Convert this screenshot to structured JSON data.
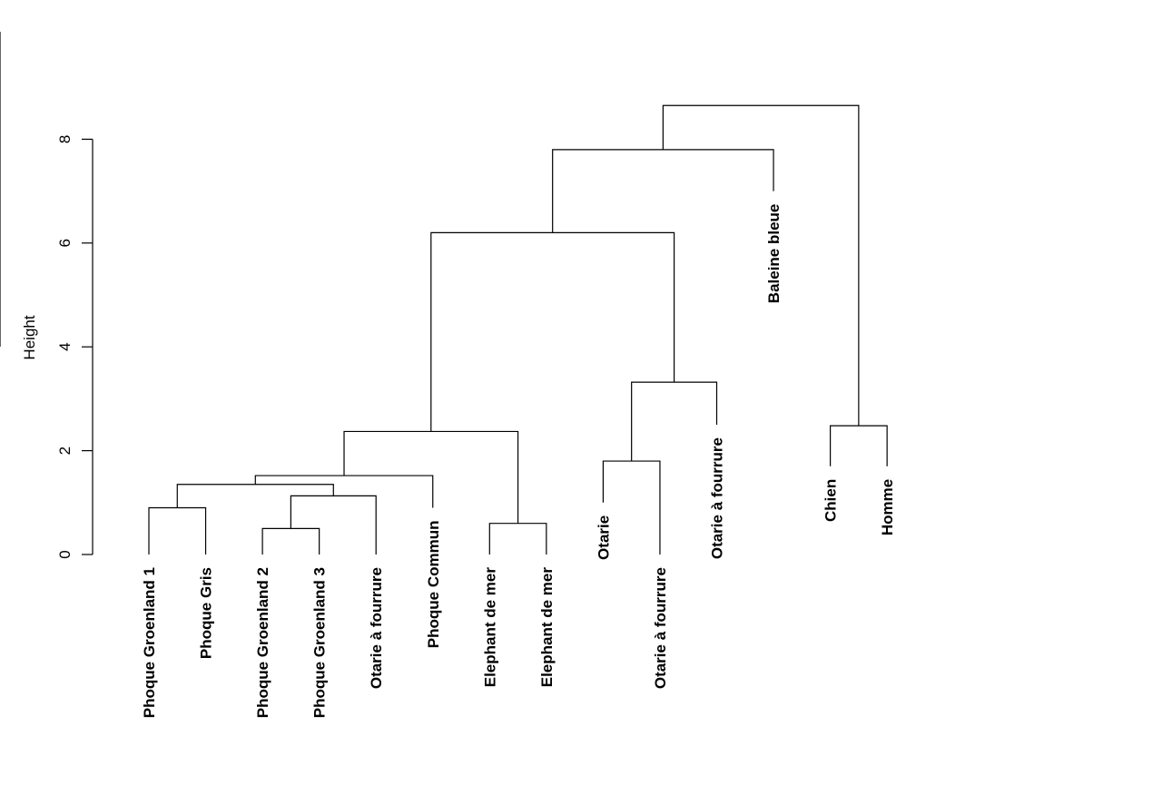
{
  "chart_data": {
    "type": "dendrogram",
    "ylabel": "Height",
    "ylim": [
      0,
      8
    ],
    "yticks": [
      0,
      2,
      4,
      6,
      8
    ],
    "leaves": [
      {
        "label": "Phoque Groenland 1",
        "h": 0
      },
      {
        "label": "Phoque Gris",
        "h": 0
      },
      {
        "label": "Phoque Groenland 2",
        "h": 0
      },
      {
        "label": "Phoque Groenland 3",
        "h": 0
      },
      {
        "label": "Otarie à fourrure",
        "h": 0
      },
      {
        "label": "Phoque Commun",
        "h": 0.9
      },
      {
        "label": "Elephant de mer",
        "h": 0
      },
      {
        "label": "Elephant de mer",
        "h": 0
      },
      {
        "label": "Otarie",
        "h": 1.0
      },
      {
        "label": "Otarie à fourrure",
        "h": 0
      },
      {
        "label": "Otarie à fourrure",
        "h": 2.5
      },
      {
        "label": "Baleine bleue",
        "h": 7.0
      },
      {
        "label": "Chien",
        "h": 1.7
      },
      {
        "label": "Homme",
        "h": 1.7
      }
    ],
    "merges": [
      {
        "left": 2,
        "right": 3,
        "height": 0.5
      },
      {
        "left": 6,
        "right": 7,
        "height": 0.6
      },
      {
        "left": 0,
        "right": 1,
        "height": 0.9
      },
      {
        "left": "m0",
        "right": 4,
        "height": 1.13
      },
      {
        "left": "m2",
        "right": "m3",
        "height": 1.35
      },
      {
        "left": "m4",
        "right": 5,
        "height": 1.52
      },
      {
        "left": 8,
        "right": 9,
        "height": 1.8
      },
      {
        "left": "m5",
        "right": "m1",
        "height": 2.37
      },
      {
        "left": 12,
        "right": 13,
        "height": 2.48
      },
      {
        "left": "m6",
        "right": 10,
        "height": 3.32
      },
      {
        "left": "m7",
        "right": "m9",
        "height": 6.2
      },
      {
        "left": "m10",
        "right": 11,
        "height": 7.8
      },
      {
        "left": "m11",
        "right": "m8",
        "height": 8.65
      }
    ]
  }
}
